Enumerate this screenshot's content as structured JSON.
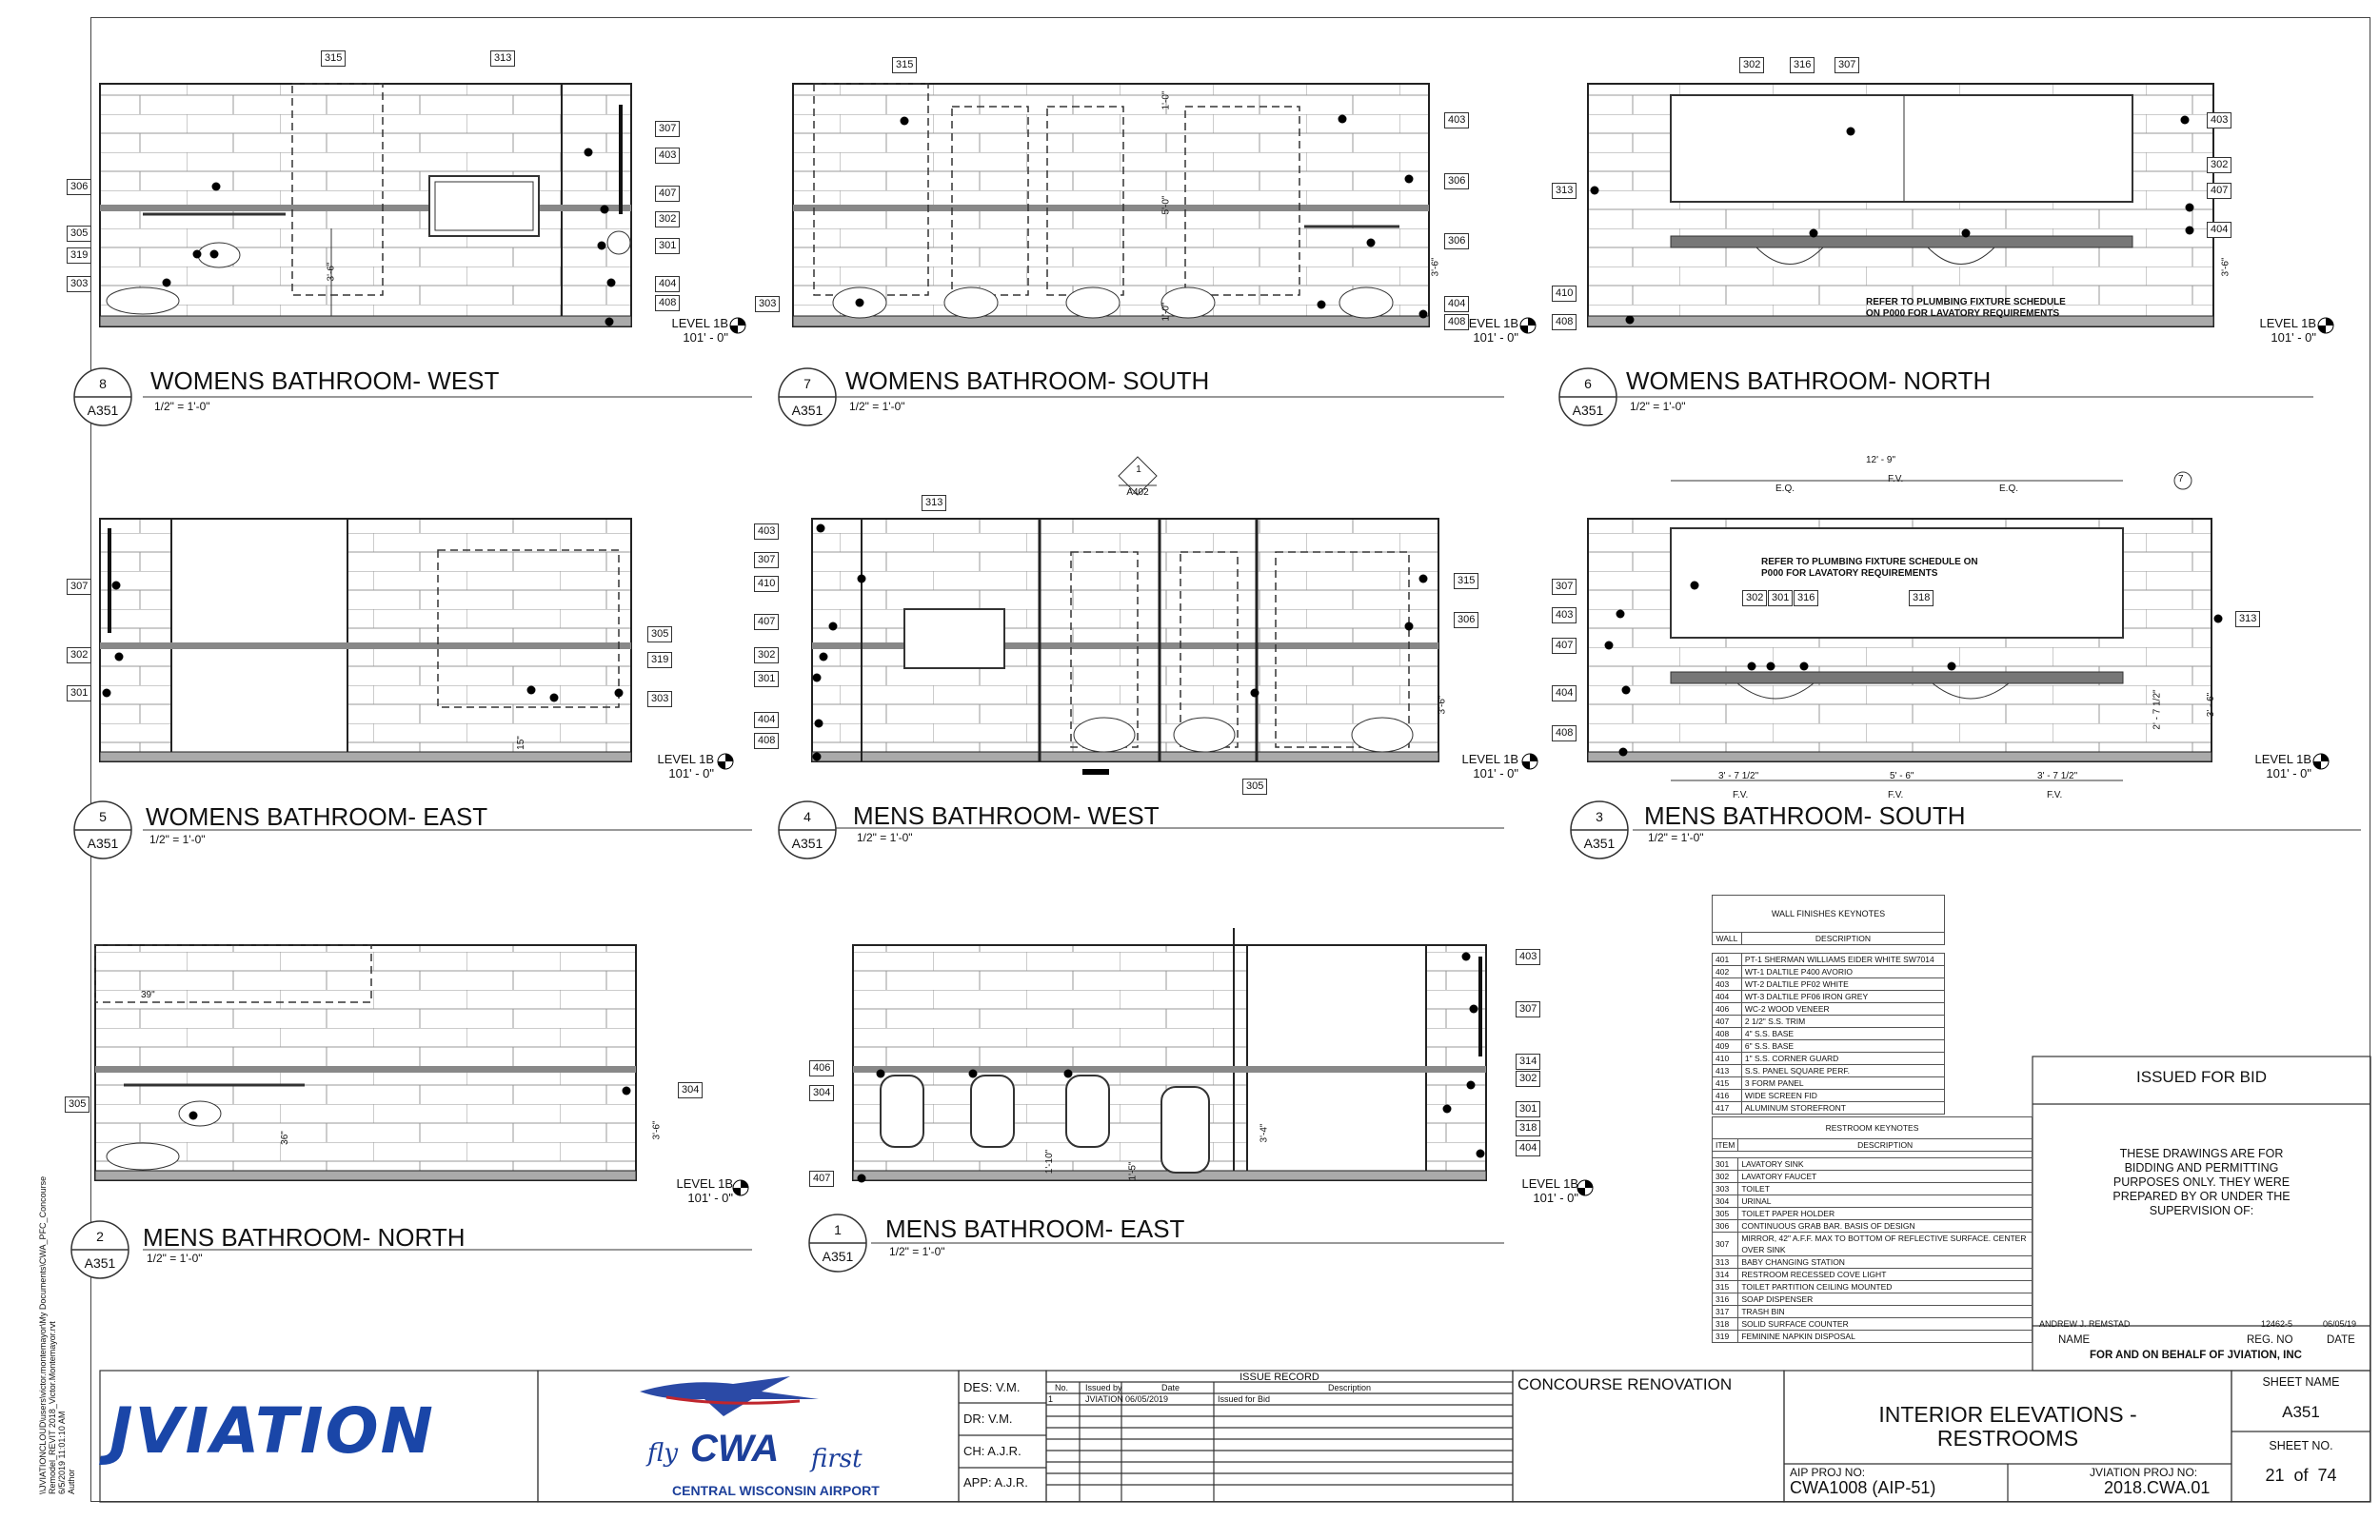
{
  "views": [
    {
      "num": "8",
      "sheet": "A351",
      "title": "WOMENS BATHROOM- WEST",
      "scale": "1/2\" = 1'-0\"",
      "level": "LEVEL 1B",
      "elev": "101' - 0\"",
      "tags": [
        "315",
        "313",
        "307",
        "403",
        "407",
        "302",
        "301",
        "306",
        "305",
        "319",
        "303",
        "404",
        "408"
      ],
      "dim": "3'-6\""
    },
    {
      "num": "7",
      "sheet": "A351",
      "title": "WOMENS BATHROOM- SOUTH",
      "scale": "1/2\" = 1'-0\"",
      "level": "LEVEL 1B",
      "elev": "101' - 0\"",
      "tags": [
        "315",
        "403",
        "306",
        "306",
        "303",
        "404",
        "408"
      ],
      "dims": [
        "1'-0\"",
        "5'-0\"",
        "1'-0\"",
        "3'-6\""
      ]
    },
    {
      "num": "6",
      "sheet": "A351",
      "title": "WOMENS BATHROOM- NORTH",
      "scale": "1/2\" = 1'-0\"",
      "level": "LEVEL 1B",
      "elev": "101' - 0\"",
      "tags": [
        "302",
        "316",
        "307",
        "403",
        "302",
        "407",
        "404",
        "313",
        "410",
        "408"
      ],
      "note": "REFER TO PLUMBING FIXTURE SCHEDULE ON P000 FOR LAVATORY REQUIREMENTS",
      "dim": "3'-6\""
    },
    {
      "num": "5",
      "sheet": "A351",
      "title": "WOMENS BATHROOM- EAST",
      "scale": "1/2\" = 1'-0\"",
      "level": "LEVEL 1B",
      "elev": "101' - 0\"",
      "tags": [
        "307",
        "302",
        "301",
        "305",
        "319",
        "303"
      ],
      "dim": "15\""
    },
    {
      "num": "4",
      "sheet": "A351",
      "title": "MENS BATHROOM- WEST",
      "scale": "1/2\" = 1'-0\"",
      "level": "LEVEL 1B",
      "elev": "101' - 0\"",
      "tags": [
        "313",
        "403",
        "307",
        "410",
        "407",
        "302",
        "301",
        "404",
        "408",
        "315",
        "306",
        "305"
      ],
      "callout": {
        "num": "1",
        "sheet": "A402"
      },
      "dim": "3'-6\""
    },
    {
      "num": "3",
      "sheet": "A351",
      "title": "MENS BATHROOM- SOUTH",
      "scale": "1/2\" = 1'-0\"",
      "level": "LEVEL 1B",
      "elev": "101' - 0\"",
      "tags": [
        "307",
        "403",
        "407",
        "404",
        "408",
        "302",
        "301",
        "316",
        "318",
        "313"
      ],
      "note": "REFER TO PLUMBING FIXTURE SCHEDULE ON P000 FOR LAVATORY REQUIREMENTS",
      "dims_top": [
        "12' - 9\"",
        "E.Q.",
        "F.V.",
        "E.Q."
      ],
      "dims_bottom": [
        "3' - 7 1/2\"",
        "5' - 6\"",
        "3' - 7 1/2\""
      ],
      "fv": [
        "F.V.",
        "F.V.",
        "F.V."
      ],
      "vdims": [
        "2' - 7 1/2\"",
        "3' - 6\""
      ],
      "grid": "7"
    },
    {
      "num": "2",
      "sheet": "A351",
      "title": "MENS BATHROOM- NORTH",
      "scale": "1/2\" = 1'-0\"",
      "level": "LEVEL 1B",
      "elev": "101' - 0\"",
      "tags": [
        "304",
        "305"
      ],
      "dims": [
        "39\"",
        "36\"",
        "3'-6\""
      ]
    },
    {
      "num": "1",
      "sheet": "A351",
      "title": "MENS BATHROOM- EAST",
      "scale": "1/2\" = 1'-0\"",
      "level": "LEVEL 1B",
      "elev": "101' - 0\"",
      "tags": [
        "403",
        "307",
        "406",
        "304",
        "407",
        "314",
        "302",
        "301",
        "318",
        "404"
      ],
      "dims": [
        "3'-4\"",
        "1'-10\"",
        "1'-5\""
      ]
    }
  ],
  "wall_keynotes": {
    "title": "WALL FINISHES KEYNOTES",
    "headers": [
      "WALL",
      "DESCRIPTION"
    ],
    "rows": [
      [
        "401",
        "PT-1 SHERMAN WILLIAMS EIDER WHITE SW7014"
      ],
      [
        "402",
        "WT-1 DALTILE P400 AVORIO"
      ],
      [
        "403",
        "WT-2 DALTILE PF02 WHITE"
      ],
      [
        "404",
        "WT-3 DALTILE PF06 IRON GREY"
      ],
      [
        "406",
        "WC-2 WOOD VENEER"
      ],
      [
        "407",
        "2 1/2\" S.S. TRIM"
      ],
      [
        "408",
        "4\" S.S. BASE"
      ],
      [
        "409",
        "6\" S.S. BASE"
      ],
      [
        "410",
        "1\" S.S. CORNER GUARD"
      ],
      [
        "413",
        "S.S. PANEL SQUARE PERF."
      ],
      [
        "415",
        "3 FORM PANEL"
      ],
      [
        "416",
        "WIDE SCREEN FID"
      ],
      [
        "417",
        "ALUMINUM STOREFRONT"
      ]
    ]
  },
  "restroom_keynotes": {
    "title": "RESTROOM KEYNOTES",
    "headers": [
      "ITEM",
      "DESCRIPTION"
    ],
    "rows": [
      [
        "301",
        "LAVATORY SINK"
      ],
      [
        "302",
        "LAVATORY FAUCET"
      ],
      [
        "303",
        "TOILET"
      ],
      [
        "304",
        "URINAL"
      ],
      [
        "305",
        "TOILET PAPER HOLDER"
      ],
      [
        "306",
        "CONTINUOUS GRAB BAR. BASIS OF DESIGN"
      ],
      [
        "307",
        "MIRROR, 42\" A.F.F. MAX TO BOTTOM OF REFLECTIVE SURFACE. CENTER OVER SINK"
      ],
      [
        "313",
        "BABY CHANGING STATION"
      ],
      [
        "314",
        "RESTROOM RECESSED COVE LIGHT"
      ],
      [
        "315",
        "TOILET PARTITION CEILING MOUNTED"
      ],
      [
        "316",
        "SOAP DISPENSER"
      ],
      [
        "317",
        "TRASH BIN"
      ],
      [
        "318",
        "SOLID SURFACE COUNTER"
      ],
      [
        "319",
        "FEMININE NAPKIN DISPOSAL"
      ]
    ]
  },
  "issued": {
    "title": "ISSUED FOR BID",
    "statement": [
      "THESE DRAWINGS ARE FOR",
      "BIDDING AND PERMITTING",
      "PURPOSES ONLY.  THEY WERE",
      "PREPARED BY OR UNDER THE",
      "SUPERVISION OF:"
    ],
    "name_value": "ANDREW J. REMSTAD",
    "reg_value": "12462-5",
    "date_value": "06/05/19",
    "name_label": "NAME",
    "reg_label": "REG. NO",
    "date_label": "DATE",
    "behalf": "FOR AND ON BEHALF OF JVIATION, INC"
  },
  "title_block": {
    "side_text": [
      "\\\\JVIATIONCLOUD\\users\\victor.montemayor\\My Documents\\CWA_PFC_Concourse",
      "Remodel_REVIT 2018_Victor.Montemayor.rvt",
      "6/5/2019 11:01:10 AM",
      "Author"
    ],
    "logo_text": "JVIATION",
    "client_fly": "fly",
    "client_cwa": "CWA",
    "client_first": "first",
    "client_name": "CENTRAL WISCONSIN AIRPORT",
    "des": "DES: V.M.",
    "dr": "DR:  V.M.",
    "ch": "CH:  A.J.R.",
    "app": "APP: A.J.R.",
    "issue_record_title": "ISSUE RECORD",
    "issue_headers": [
      "No.",
      "Issued by",
      "Date",
      "Description"
    ],
    "issue_row": [
      "1",
      "JVIATION",
      "06/05/2019",
      "Issued for Bid"
    ],
    "project": "CONCOURSE RENOVATION",
    "drawing_title_1": "INTERIOR ELEVATIONS -",
    "drawing_title_2": "RESTROOMS",
    "aip_label": "AIP PROJ NO:",
    "aip_value": "CWA1008 (AIP-51)",
    "jv_label": "JVIATION PROJ NO:",
    "jv_value": "2018.CWA.01",
    "sheet_name_label": "SHEET NAME",
    "sheet_name": "A351",
    "sheet_no_label": "SHEET NO.",
    "sheet_no": "21",
    "of": "of",
    "total": "74"
  }
}
